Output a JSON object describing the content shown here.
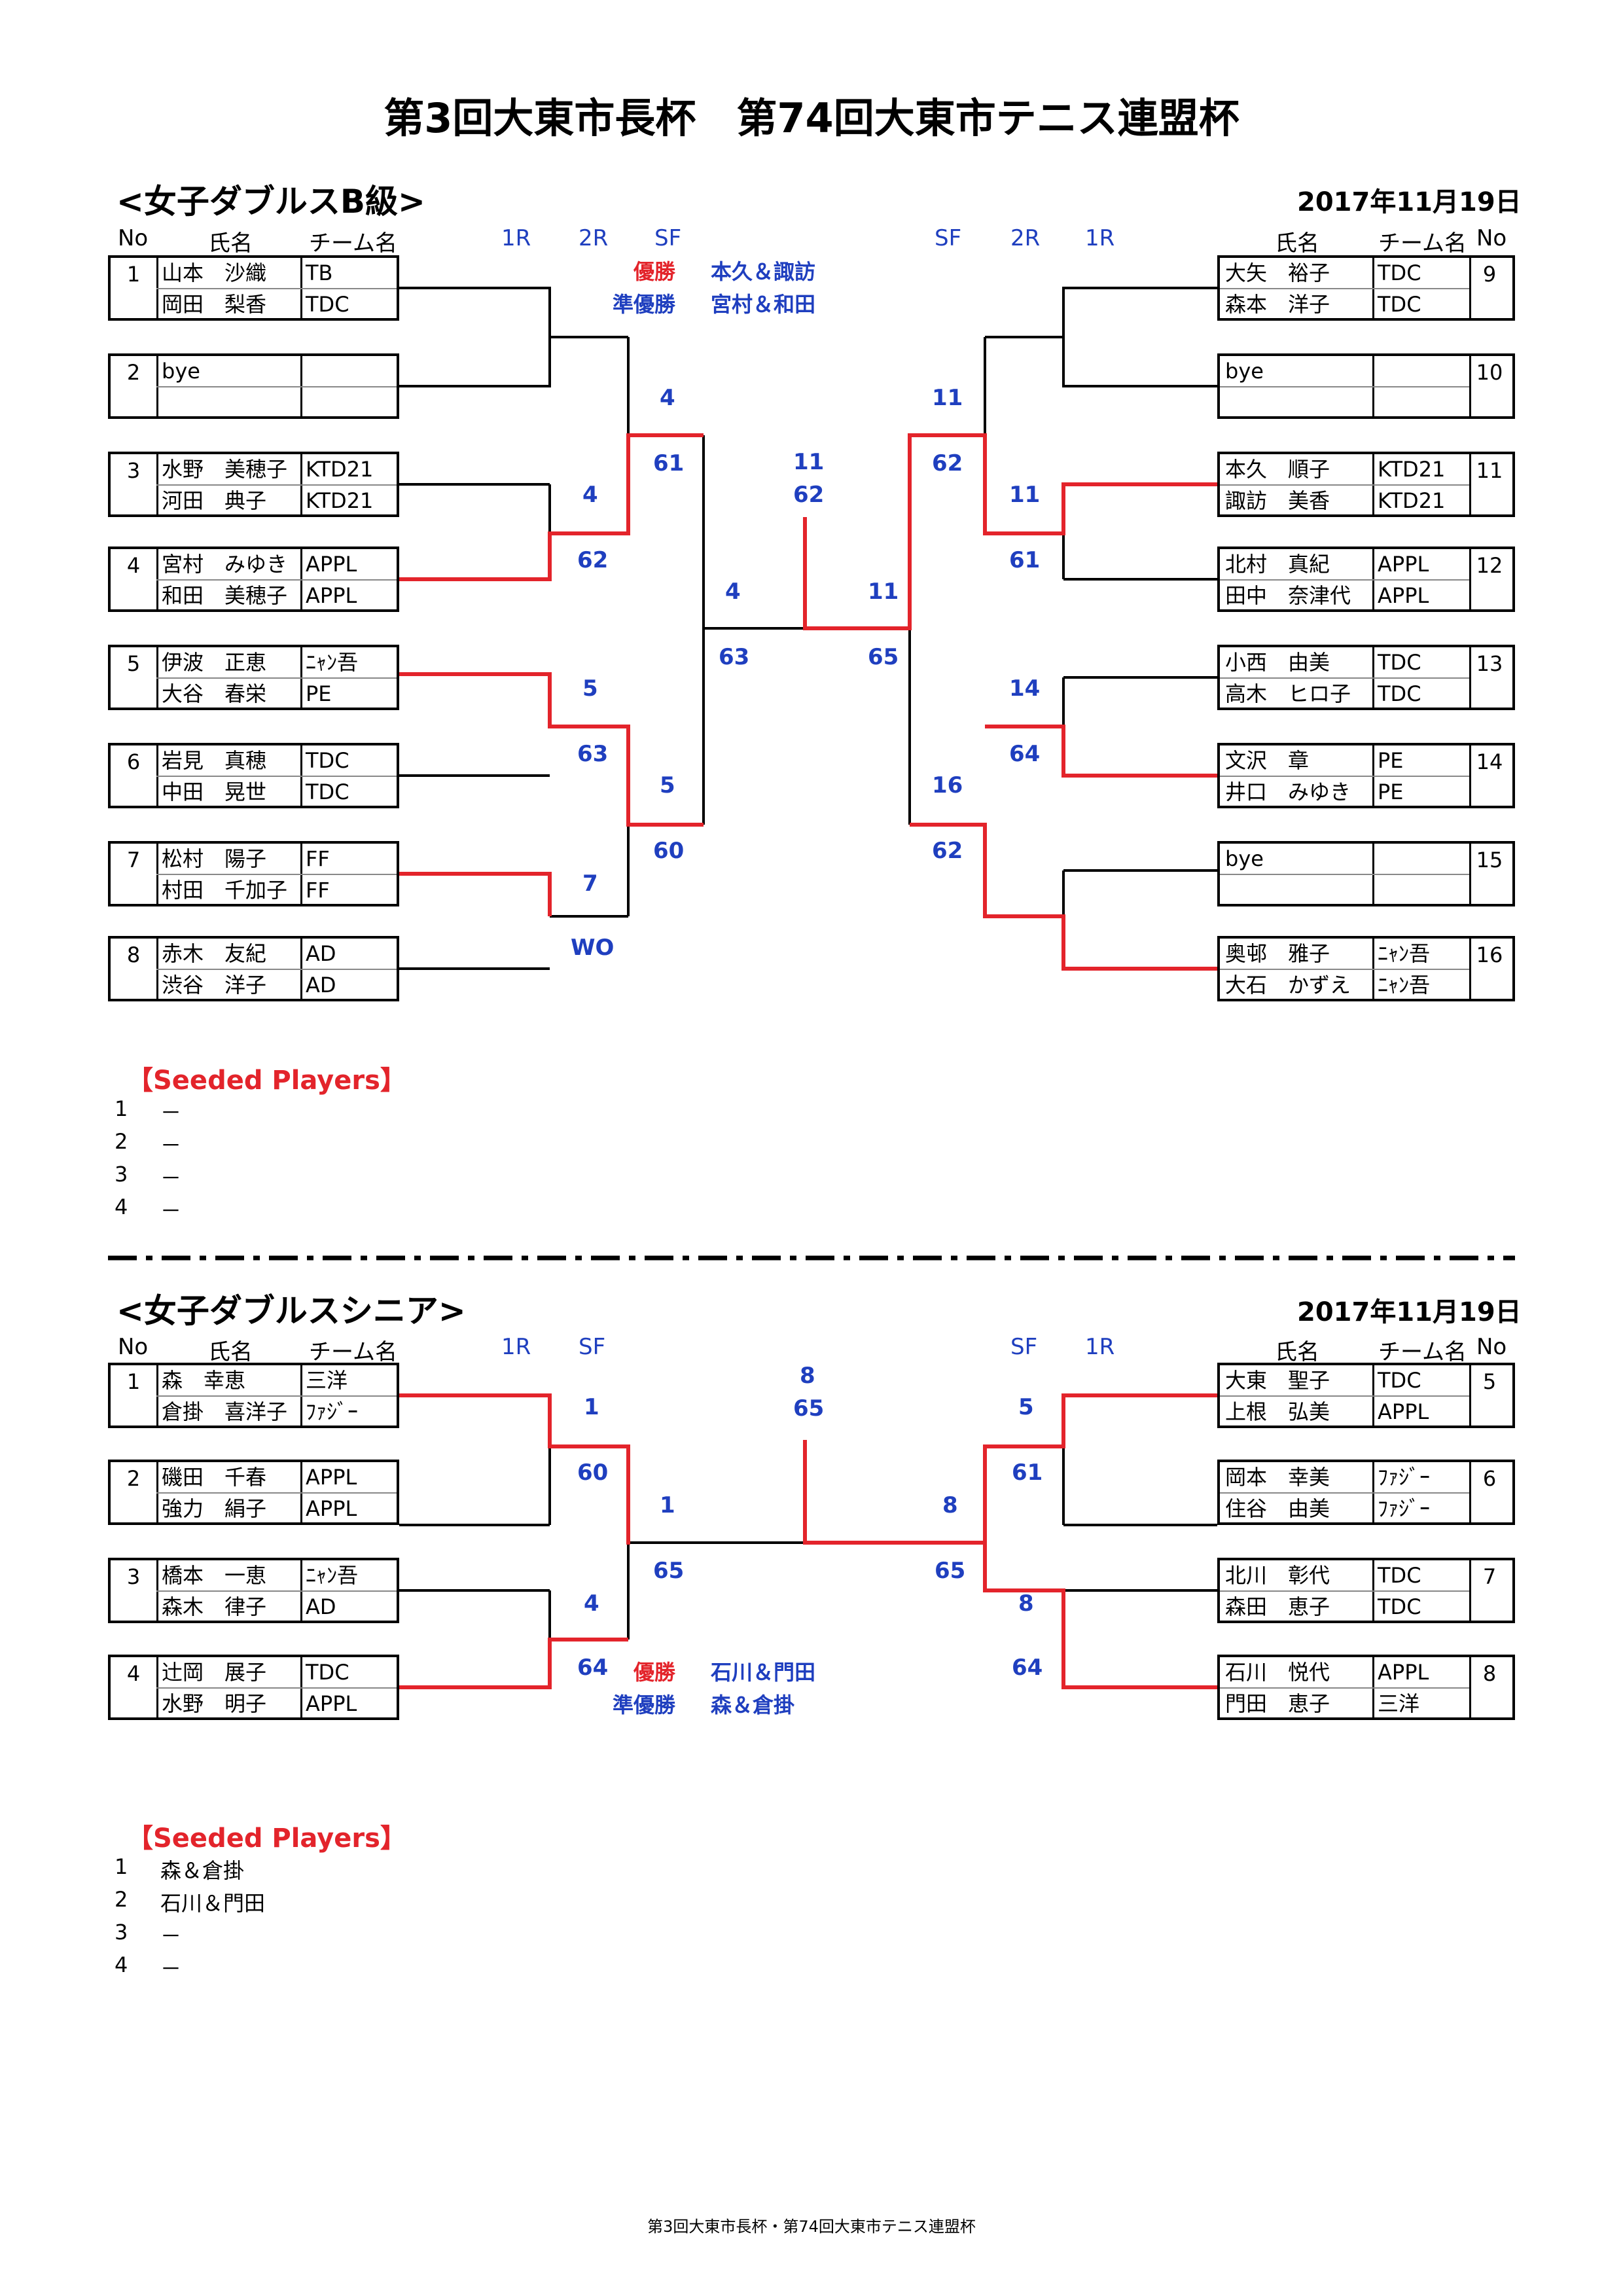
{
  "title": "第3回大東市長杯　第74回大東市テニス連盟杯",
  "footer": "第3回大東市長杯・第74回大東市テニス連盟杯",
  "headers": {
    "no": "No",
    "name": "氏名",
    "team": "チーム名",
    "r1": "1R",
    "r2": "2R",
    "sf": "SF"
  },
  "colors": {
    "win_line": "#e3242b",
    "score": "#1f3fbf",
    "winner_label": "#e3242b"
  },
  "section1": {
    "title": "<女子ダブルスB級>",
    "date": "2017年11月19日",
    "winner_label": "優勝",
    "winner": "本久＆諏訪",
    "runnerup_label": "準優勝",
    "runnerup": "宮村＆和田",
    "left": [
      {
        "no": "1",
        "n1": "山本　沙織",
        "t1": "TB",
        "n2": "岡田　梨香",
        "t2": "TDC"
      },
      {
        "no": "2",
        "n1": "bye",
        "t1": "",
        "n2": "",
        "t2": ""
      },
      {
        "no": "3",
        "n1": "水野　美穂子",
        "t1": "KTD21",
        "n2": "河田　典子",
        "t2": "KTD21"
      },
      {
        "no": "4",
        "n1": "宮村　みゆき",
        "t1": "APPL",
        "n2": "和田　美穂子",
        "t2": "APPL"
      },
      {
        "no": "5",
        "n1": "伊波　正恵",
        "t1": "ﾆｬﾝ吾",
        "n2": "大谷　春栄",
        "t2": "PE"
      },
      {
        "no": "6",
        "n1": "岩見　真穂",
        "t1": "TDC",
        "n2": "中田　晃世",
        "t2": "TDC"
      },
      {
        "no": "7",
        "n1": "松村　陽子",
        "t1": "FF",
        "n2": "村田　千加子",
        "t2": "FF"
      },
      {
        "no": "8",
        "n1": "赤木　友紀",
        "t1": "AD",
        "n2": "渋谷　洋子",
        "t2": "AD"
      }
    ],
    "right": [
      {
        "no": "9",
        "n1": "大矢　裕子",
        "t1": "TDC",
        "n2": "森本　洋子",
        "t2": "TDC"
      },
      {
        "no": "10",
        "n1": "bye",
        "t1": "",
        "n2": "",
        "t2": ""
      },
      {
        "no": "11",
        "n1": "本久　順子",
        "t1": "KTD21",
        "n2": "諏訪　美香",
        "t2": "KTD21"
      },
      {
        "no": "12",
        "n1": "北村　真紀",
        "t1": "APPL",
        "n2": "田中　奈津代",
        "t2": "APPL"
      },
      {
        "no": "13",
        "n1": "小西　由美",
        "t1": "TDC",
        "n2": "高木　ヒロ子",
        "t2": "TDC"
      },
      {
        "no": "14",
        "n1": "文沢　章",
        "t1": "PE",
        "n2": "井口　みゆき",
        "t2": "PE"
      },
      {
        "no": "15",
        "n1": "bye",
        "t1": "",
        "n2": "",
        "t2": ""
      },
      {
        "no": "16",
        "n1": "奥邨　雅子",
        "t1": "ﾆｬﾝ吾",
        "n2": "大石　かずえ",
        "t2": "ﾆｬﾝ吾"
      }
    ],
    "scores": {
      "l_r2a_top": "4",
      "l_r2a_bot": "62",
      "l_r2b_top": "5",
      "l_r2b_bot": "63",
      "l_r2c_top": "7",
      "l_r2c_bot": "WO",
      "l_sf1_top": "4",
      "l_sf1_bot": "61",
      "l_sf2_top": "5",
      "l_sf2_bot": "60",
      "l_f_top": "4",
      "l_f_bot": "63",
      "r_sf1_top": "11",
      "r_sf1_bot": "62",
      "r_r2a_top": "11",
      "r_r2a_bot": "61",
      "r_r2b_top": "14",
      "r_r2b_bot": "64",
      "r_sf2_top": "16",
      "r_sf2_bot": "62",
      "r_f_top": "11",
      "r_f_bot": "65",
      "champ_top": "11",
      "champ_bot": "62"
    },
    "seed_title": "【Seeded Players】",
    "seeds": [
      {
        "n": "1",
        "v": "－"
      },
      {
        "n": "2",
        "v": "－"
      },
      {
        "n": "3",
        "v": "－"
      },
      {
        "n": "4",
        "v": "－"
      }
    ]
  },
  "section2": {
    "title": "<女子ダブルスシニア>",
    "date": "2017年11月19日",
    "winner_label": "優勝",
    "winner": "石川＆門田",
    "runnerup_label": "準優勝",
    "runnerup": "森＆倉掛",
    "left": [
      {
        "no": "1",
        "n1": "森　幸恵",
        "t1": "三洋",
        "n2": "倉掛　喜洋子",
        "t2": "ﾌｧｼﾞｰ"
      },
      {
        "no": "2",
        "n1": "磯田　千春",
        "t1": "APPL",
        "n2": "強力　絹子",
        "t2": "APPL"
      },
      {
        "no": "3",
        "n1": "橋本　一恵",
        "t1": "ﾆｬﾝ吾",
        "n2": "森木　律子",
        "t2": "AD"
      },
      {
        "no": "4",
        "n1": "辻岡　展子",
        "t1": "TDC",
        "n2": "水野　明子",
        "t2": "APPL"
      }
    ],
    "right": [
      {
        "no": "5",
        "n1": "大東　聖子",
        "t1": "TDC",
        "n2": "上根　弘美",
        "t2": "APPL"
      },
      {
        "no": "6",
        "n1": "岡本　幸美",
        "t1": "ﾌｧｼﾞｰ",
        "n2": "住谷　由美",
        "t2": "ﾌｧｼﾞｰ"
      },
      {
        "no": "7",
        "n1": "北川　彰代",
        "t1": "TDC",
        "n2": "森田　恵子",
        "t2": "TDC"
      },
      {
        "no": "8",
        "n1": "石川　悦代",
        "t1": "APPL",
        "n2": "門田　恵子",
        "t2": "三洋"
      }
    ],
    "scores": {
      "l_1_top": "1",
      "l_1_bot": "60",
      "l_2_top": "4",
      "l_2_bot": "64",
      "l_f_top": "1",
      "l_f_bot": "65",
      "r_1_top": "5",
      "r_1_bot": "61",
      "r_2_top": "8",
      "r_2_bot": "64",
      "r_f_top": "8",
      "r_f_bot": "65",
      "champ_top": "8",
      "champ_bot": "65"
    },
    "seed_title": "【Seeded Players】",
    "seeds": [
      {
        "n": "1",
        "v": "森＆倉掛"
      },
      {
        "n": "2",
        "v": "石川＆門田"
      },
      {
        "n": "3",
        "v": "－"
      },
      {
        "n": "4",
        "v": "－"
      }
    ]
  }
}
